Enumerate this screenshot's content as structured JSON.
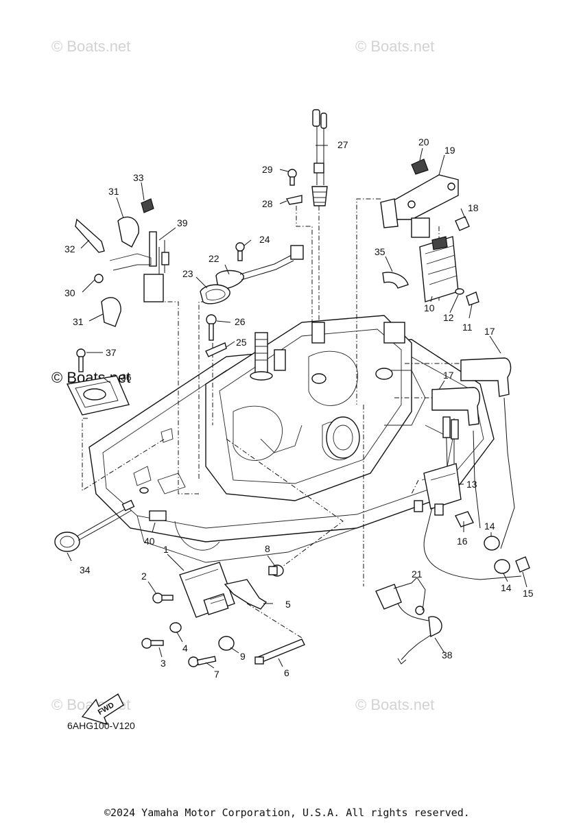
{
  "watermarks": [
    "© Boats.net",
    "© Boats.net",
    "© Boats.net",
    "© Boats.net",
    "© Boats.net"
  ],
  "diagram_code": "6AHG100-V120",
  "fwd_label": "FWD",
  "copyright": "©2024 Yamaha Motor Corporation, U.S.A. All rights reserved.",
  "callouts": [
    "1",
    "2",
    "3",
    "4",
    "5",
    "6",
    "7",
    "8",
    "9",
    "10",
    "11",
    "12",
    "13",
    "14",
    "14",
    "15",
    "16",
    "17",
    "17",
    "18",
    "19",
    "20",
    "21",
    "22",
    "23",
    "24",
    "25",
    "26",
    "27",
    "28",
    "29",
    "30",
    "31",
    "31",
    "32",
    "33",
    "34",
    "35",
    "36",
    "37",
    "38",
    "39",
    "40"
  ]
}
